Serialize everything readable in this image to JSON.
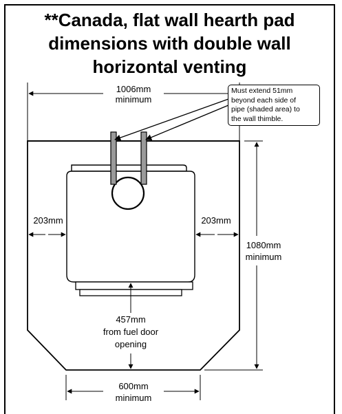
{
  "title": {
    "line1": "**Canada, flat wall hearth pad",
    "line2": "dimensions with double wall",
    "line3": "horizontal venting"
  },
  "dimensions": {
    "top_width": {
      "value": "1006mm",
      "qualifier": "minimum"
    },
    "left_clearance": "203mm",
    "right_clearance": "203mm",
    "depth": {
      "value": "1080mm",
      "qualifier": "minimum"
    },
    "front": {
      "value": "457mm",
      "line2": "from fuel door",
      "line3": "opening"
    },
    "bottom_width": {
      "value": "600mm",
      "qualifier": "minimum"
    }
  },
  "callout": {
    "lines": [
      "Must extend 51mm",
      "beyond each side of",
      "pipe (shaded area) to",
      "the wall thimble."
    ]
  },
  "colors": {
    "line": "#000000",
    "pipe_shade": "#9a9a9a",
    "background": "#ffffff"
  }
}
